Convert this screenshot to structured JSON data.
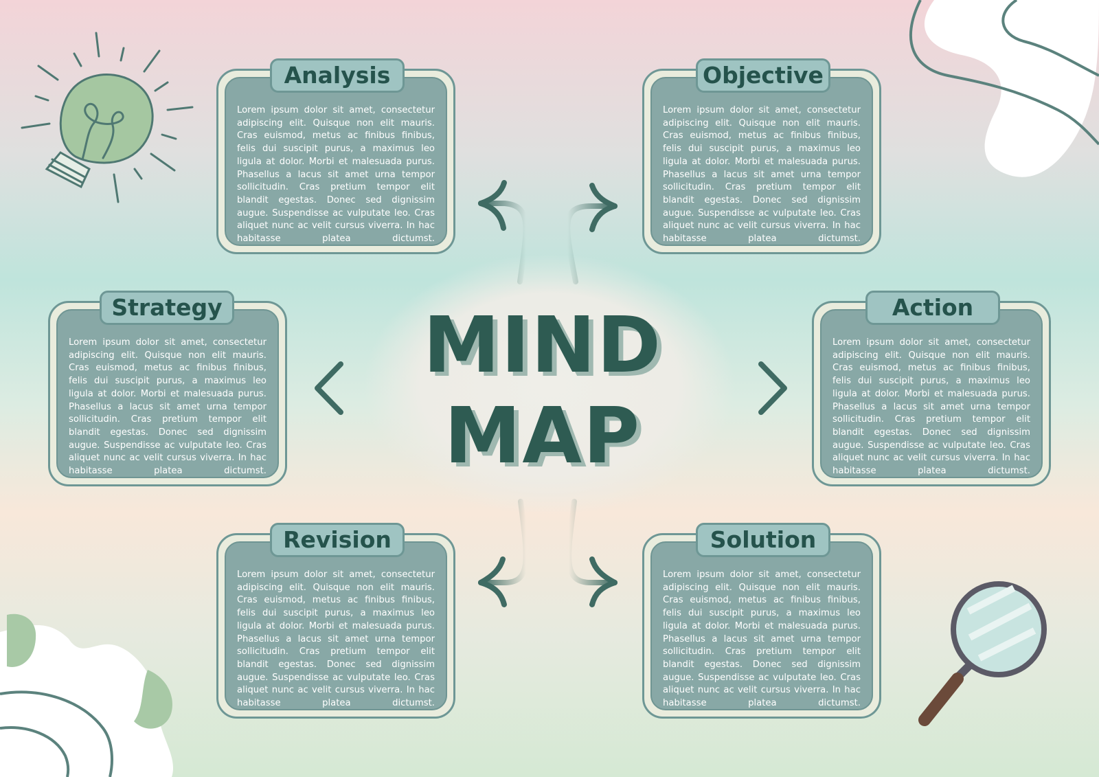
{
  "center": {
    "line1": "MIND",
    "line2": "MAP"
  },
  "body_text": "Lorem ipsum dolor sit amet, consectetur adipiscing elit. Quisque non elit mauris. Cras euismod, metus ac finibus finibus, felis dui suscipit purus, a maximus leo ligula at dolor. Morbi et malesuada purus. Phasellus a lacus sit amet urna tempor sollicitudin. Cras pretium tempor elit blandit egestas. Donec sed dignissim augue. Suspendisse ac vulputate leo. Cras aliquet nunc ac velit cursus viverra. In hac habitasse platea dictumst.",
  "nodes": [
    {
      "title": "Analysis"
    },
    {
      "title": "Objective"
    },
    {
      "title": "Strategy"
    },
    {
      "title": "Action"
    },
    {
      "title": "Revision"
    },
    {
      "title": "Solution"
    }
  ],
  "colors": {
    "dark_teal": "#2e5b52",
    "card_fill": "#88a8a6",
    "title_fill": "#9fc4c2",
    "outline": "#6e9795",
    "sage": "#a8c9a6"
  },
  "icons": [
    "lightbulb-icon",
    "magnifying-glass-icon"
  ]
}
